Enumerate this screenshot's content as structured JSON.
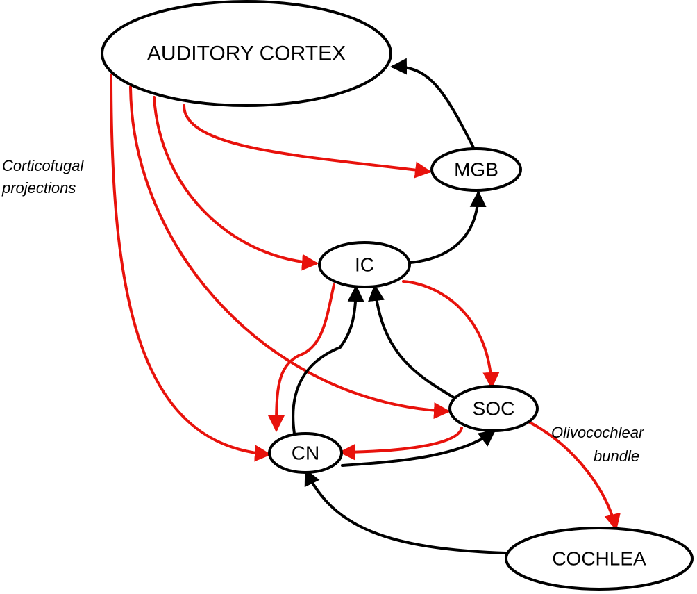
{
  "colors": {
    "ascending": "#000000",
    "descending": "#e8120c"
  },
  "nodes": {
    "auditory_cortex": "AUDITORY CORTEX",
    "mgb": "MGB",
    "ic": "IC",
    "soc": "SOC",
    "cn": "CN",
    "cochlea": "COCHLEA"
  },
  "annotations": {
    "corticofugal": [
      "Corticofugal",
      "projections"
    ],
    "olivocochlear": [
      "Olivocochlear",
      "bundle"
    ]
  },
  "edges": [
    {
      "from": "auditory_cortex",
      "to": "mgb",
      "type": "descending"
    },
    {
      "from": "auditory_cortex",
      "to": "ic",
      "type": "descending"
    },
    {
      "from": "auditory_cortex",
      "to": "soc",
      "type": "descending"
    },
    {
      "from": "auditory_cortex",
      "to": "cn",
      "type": "descending"
    },
    {
      "from": "ic",
      "to": "soc",
      "type": "descending"
    },
    {
      "from": "ic",
      "to": "cn",
      "type": "descending"
    },
    {
      "from": "soc",
      "to": "cn",
      "type": "descending"
    },
    {
      "from": "soc",
      "to": "cochlea",
      "type": "descending"
    },
    {
      "from": "mgb",
      "to": "auditory_cortex",
      "type": "ascending"
    },
    {
      "from": "ic",
      "to": "mgb",
      "type": "ascending"
    },
    {
      "from": "cn",
      "to": "ic",
      "type": "ascending"
    },
    {
      "from": "soc",
      "to": "ic",
      "type": "ascending"
    },
    {
      "from": "cn",
      "to": "soc",
      "type": "ascending"
    },
    {
      "from": "cochlea",
      "to": "cn",
      "type": "ascending"
    }
  ]
}
